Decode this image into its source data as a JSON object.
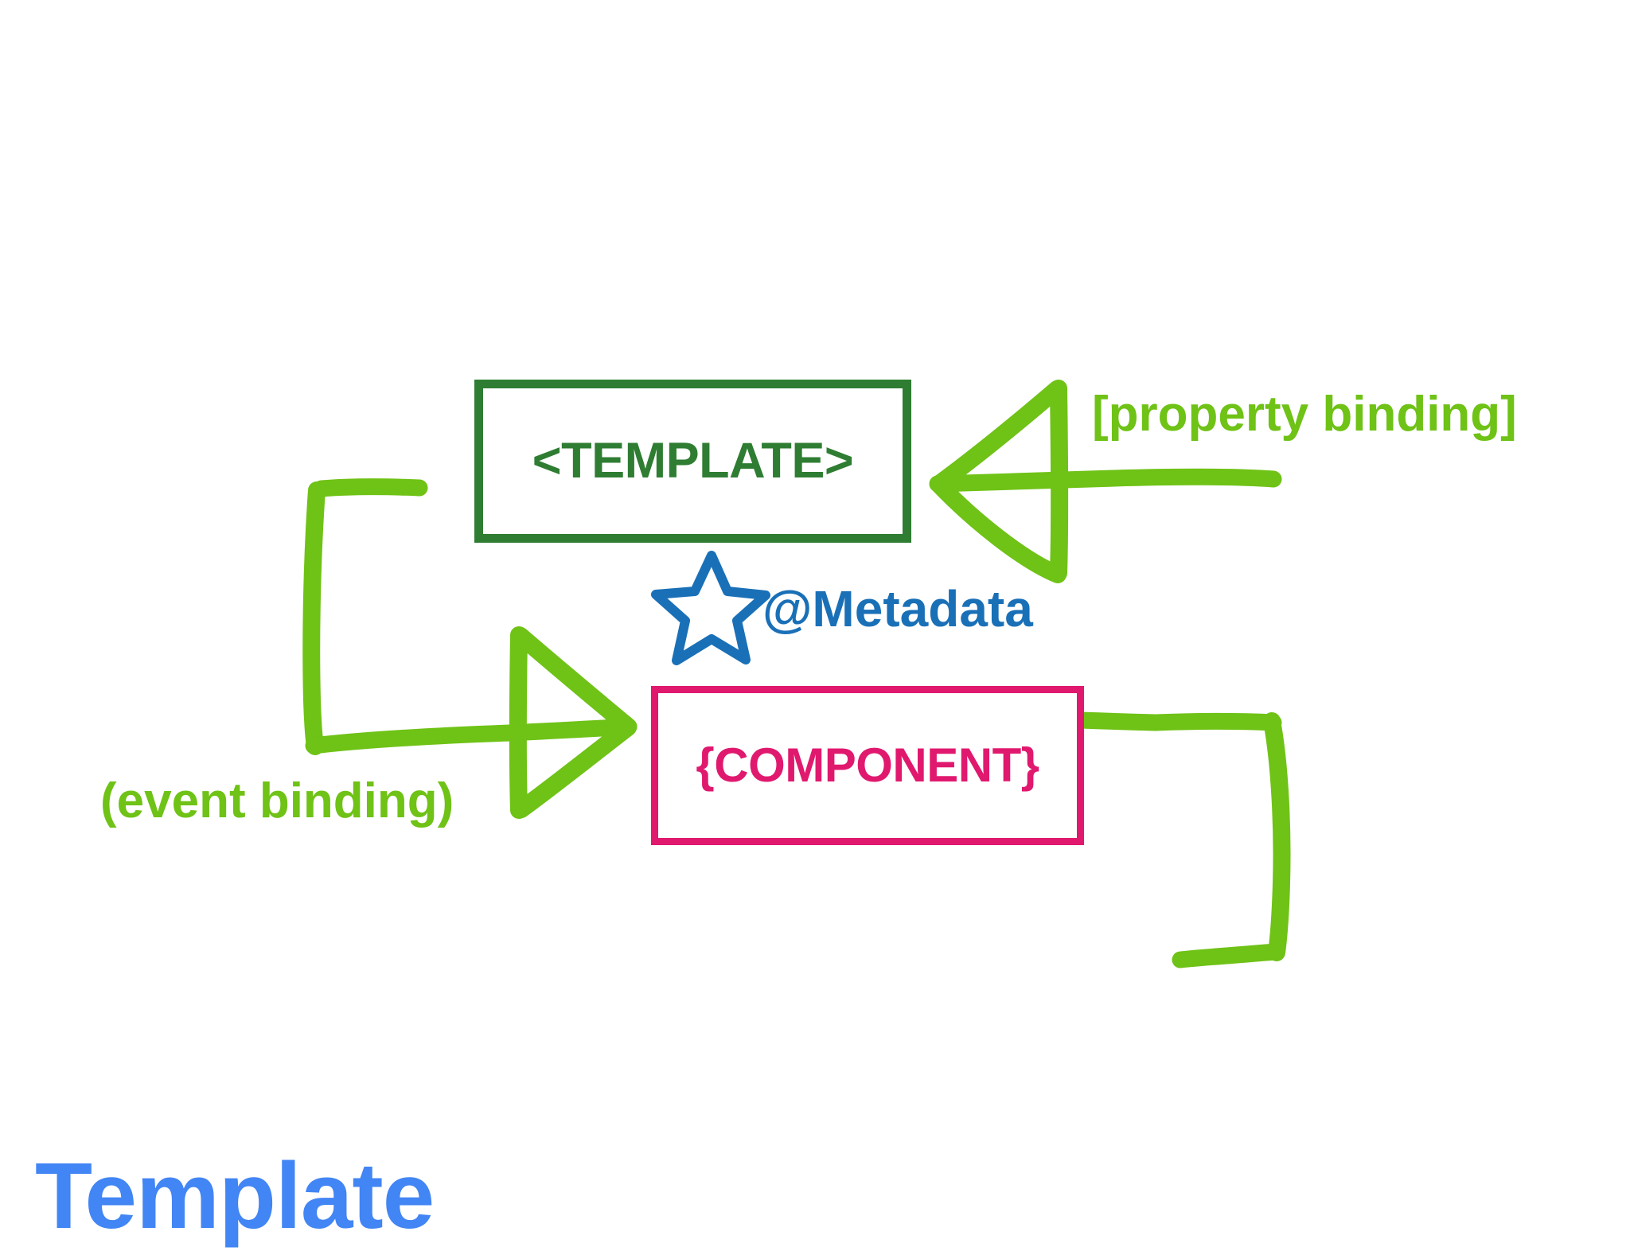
{
  "slide": {
    "title": "Template",
    "background_color": "#ffffff",
    "title_color": "#4285F4"
  },
  "diagram": {
    "type": "flow-diagram",
    "description": "Angular template / component data-binding cycle",
    "nodes": [
      {
        "id": "template",
        "label": "<TEMPLATE>",
        "color": "#2E7D32",
        "shape": "rectangle"
      },
      {
        "id": "component",
        "label": "{COMPONENT}",
        "color": "#E0196F",
        "shape": "rectangle"
      }
    ],
    "annotations": [
      {
        "id": "metadata",
        "label": "@Metadata",
        "color": "#1A70B7",
        "icon": "star-icon"
      }
    ],
    "edges": [
      {
        "id": "property-binding",
        "label": "[property binding]",
        "color": "#6FC216",
        "from": "component",
        "to": "template",
        "direction": "left"
      },
      {
        "id": "event-binding",
        "label": "(event binding)",
        "color": "#6FC216",
        "from": "template",
        "to": "component",
        "direction": "right"
      }
    ]
  }
}
